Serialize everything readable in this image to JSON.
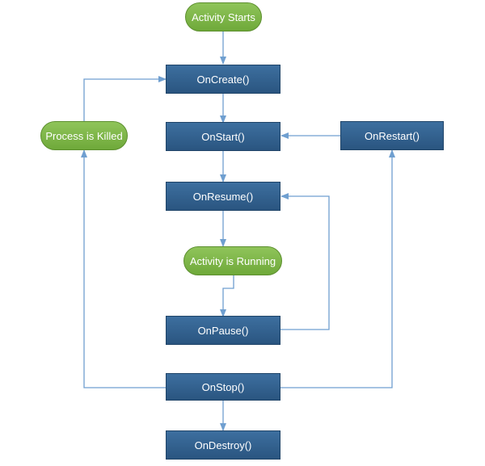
{
  "nodes": {
    "activity_starts": "Activity Starts",
    "on_create": "OnCreate()",
    "process_killed": "Process is Killed",
    "on_start": "OnStart()",
    "on_restart": "OnRestart()",
    "on_resume": "OnResume()",
    "activity_running": "Activity is Running",
    "on_pause": "OnPause()",
    "on_stop": "OnStop()",
    "on_destroy": "OnDestroy()"
  },
  "colors": {
    "box_fill": "#2f5f8f",
    "terminal_fill": "#7fb84a",
    "connector": "#6f9fd0"
  }
}
